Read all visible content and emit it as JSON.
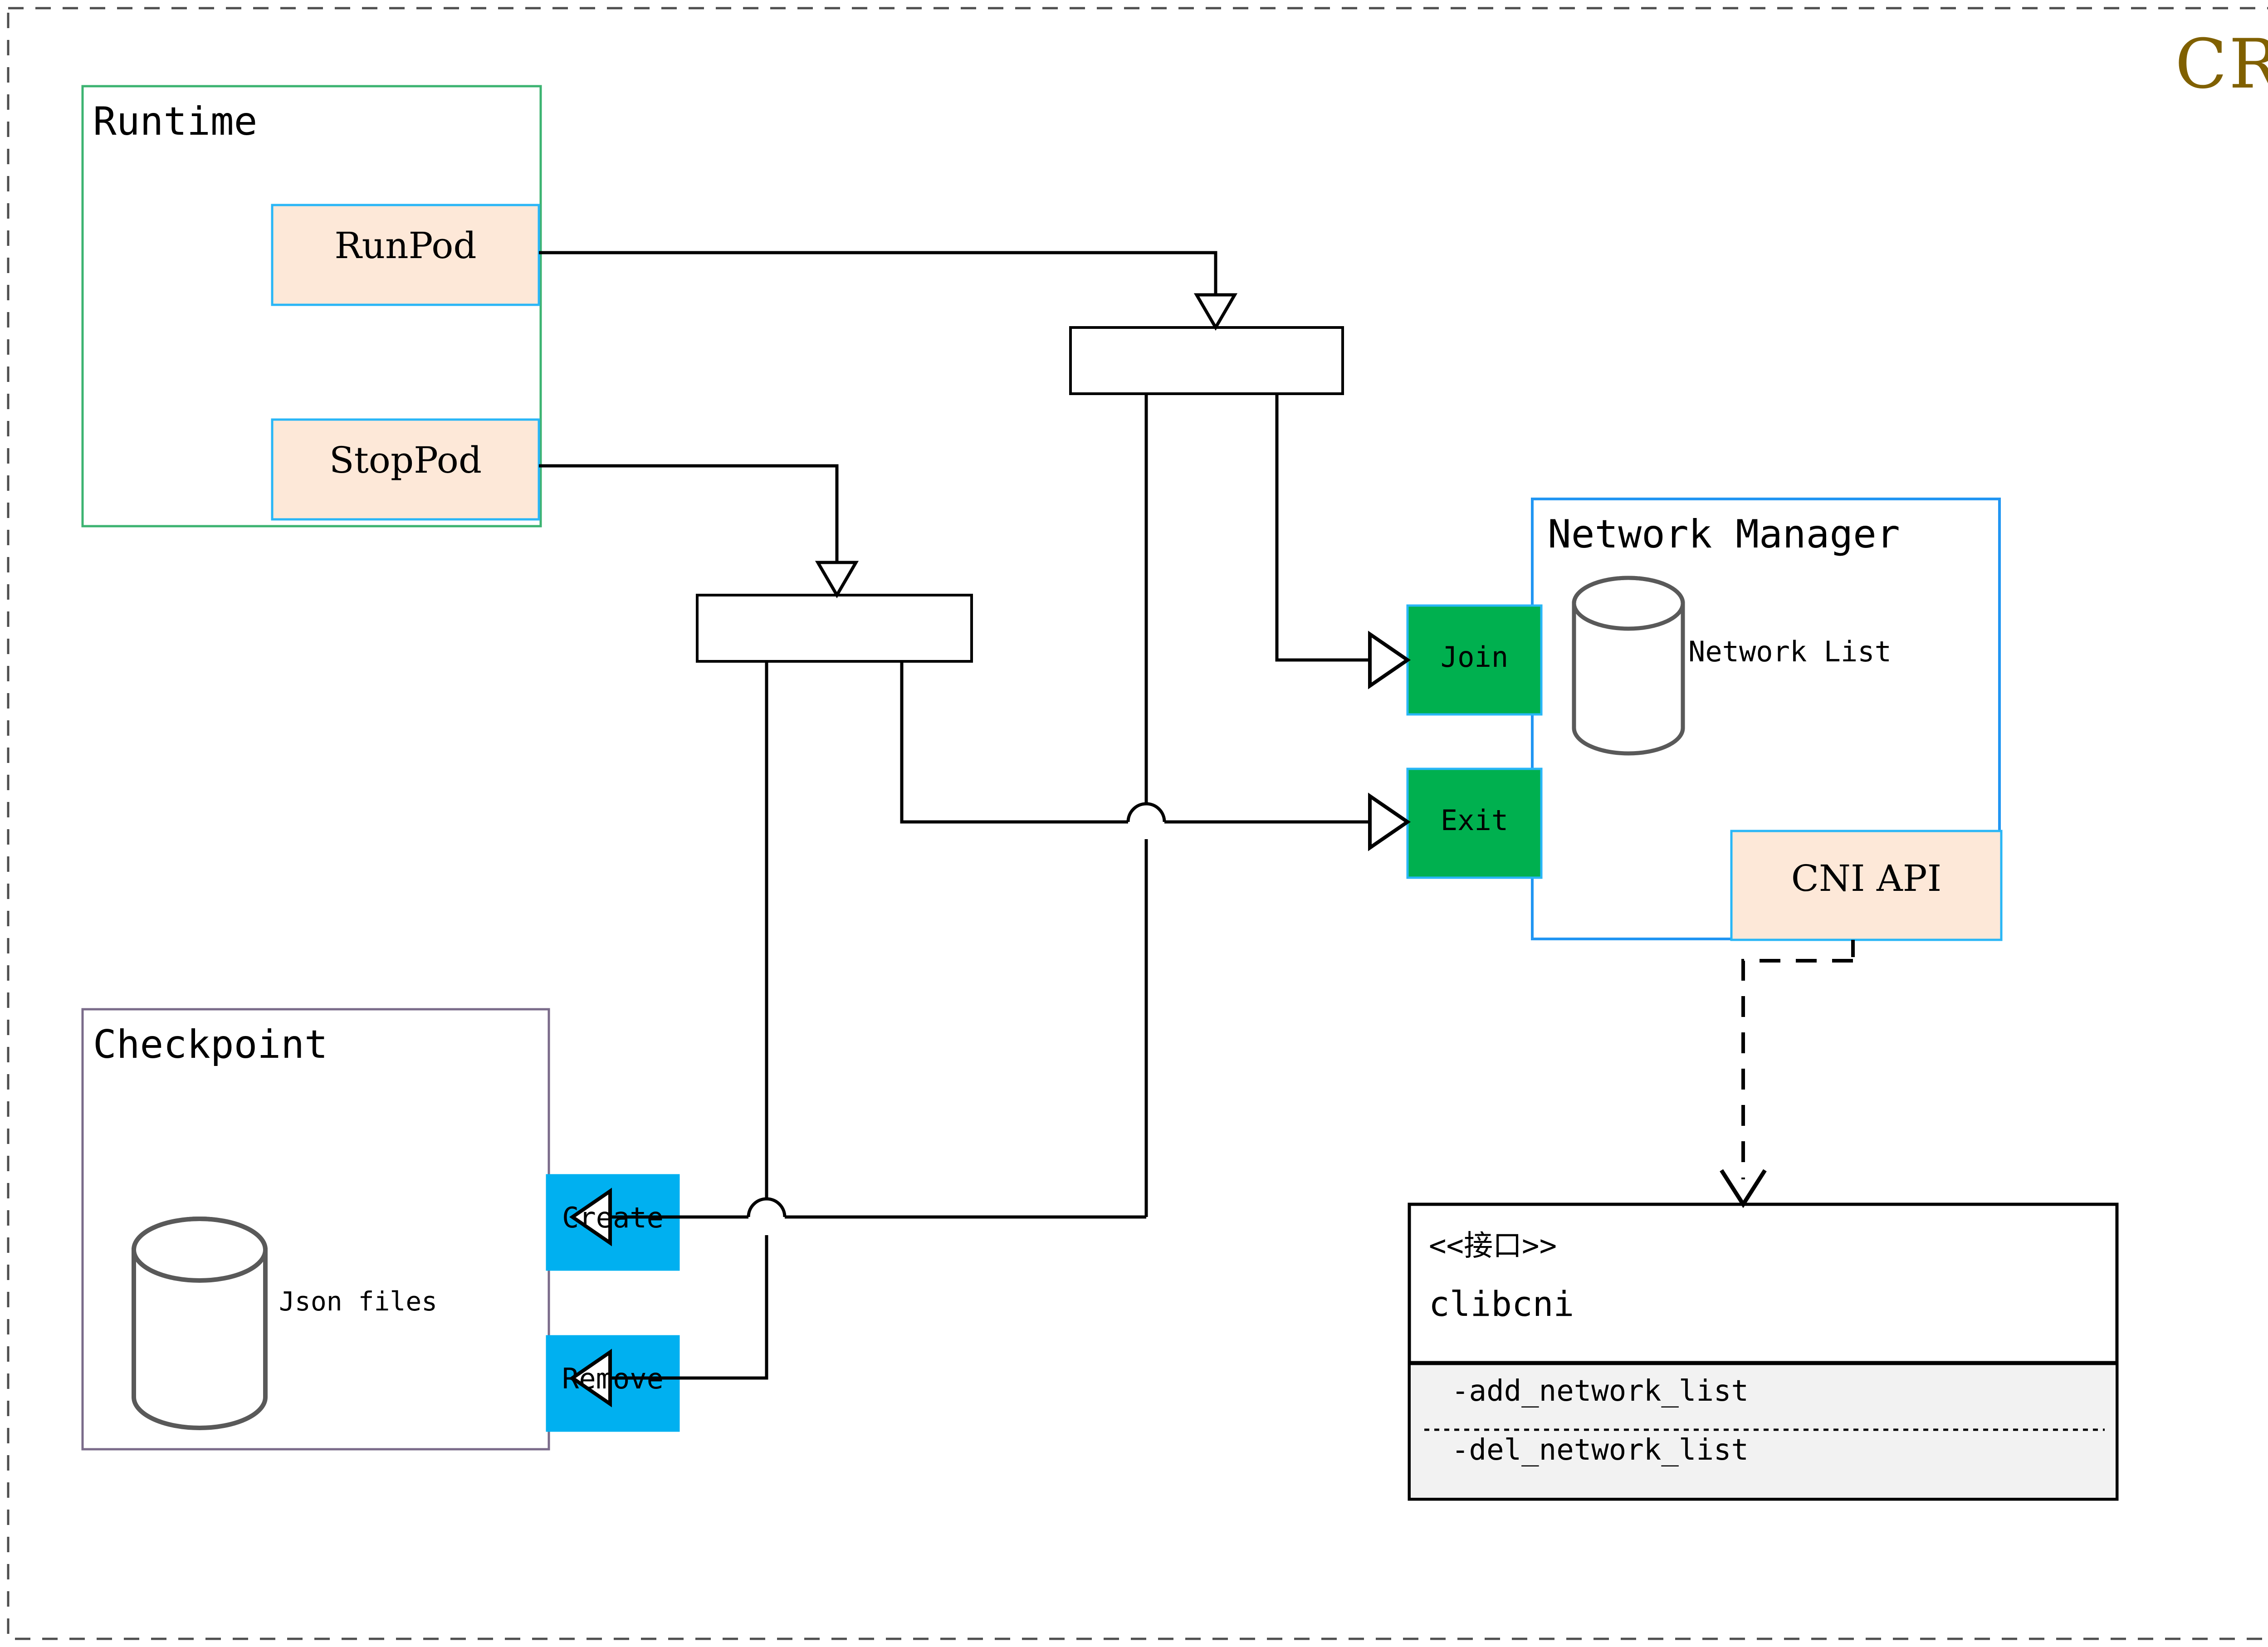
{
  "diagram": {
    "title": "CRI",
    "title_color": "#806000",
    "outer_border_color": "#4d4d4d",
    "groups": [
      {
        "id": "runtime",
        "label": "Runtime",
        "border_color": "#3cb371",
        "fill": "#ffffff"
      },
      {
        "id": "checkpoint",
        "label": "Checkpoint",
        "border_color": "#7a6b8a",
        "fill": "#ffffff"
      },
      {
        "id": "netmgr",
        "label": "Network Manager",
        "border_color": "#2196f3",
        "fill": "#ffffff"
      }
    ],
    "operations": [
      {
        "id": "runpod",
        "label": "RunPod",
        "fill": "#fde8d8",
        "border": "#29b6f6",
        "group": "runtime"
      },
      {
        "id": "stoppod",
        "label": "StopPod",
        "fill": "#fde8d8",
        "border": "#29b6f6",
        "group": "runtime"
      },
      {
        "id": "cniapi",
        "label": "CNI API",
        "fill": "#fde8d8",
        "border": "#29b6f6",
        "group": "netmgr"
      },
      {
        "id": "join",
        "label": "Join",
        "fill": "#00b04f",
        "border": "#29b6f6",
        "group": "netmgr"
      },
      {
        "id": "exit",
        "label": "Exit",
        "fill": "#00b04f",
        "border": "#29b6f6",
        "group": "netmgr"
      },
      {
        "id": "create",
        "label": "Create",
        "fill": "#00b0f0",
        "border": "#00b0f0",
        "group": "checkpoint"
      },
      {
        "id": "remove",
        "label": "Remove",
        "fill": "#00b0f0",
        "border": "#00b0f0",
        "group": "checkpoint"
      }
    ],
    "datastores": [
      {
        "id": "json-files",
        "label": "Json files",
        "group": "checkpoint",
        "color": "#595959"
      },
      {
        "id": "network-list",
        "label": "Network List",
        "group": "netmgr",
        "color": "#595959"
      }
    ],
    "interface_box": {
      "stereotype": "<<接口>>",
      "name": "clibcni",
      "methods": [
        "-add_network_list",
        "-del_network_list"
      ],
      "section_fill": "#f2f2f2",
      "border_color": "#000000"
    },
    "forks": [
      {
        "id": "fork-upper",
        "label": ""
      },
      {
        "id": "fork-lower",
        "label": ""
      }
    ],
    "connector_color": "#000000",
    "dependency_style": "dashed"
  }
}
